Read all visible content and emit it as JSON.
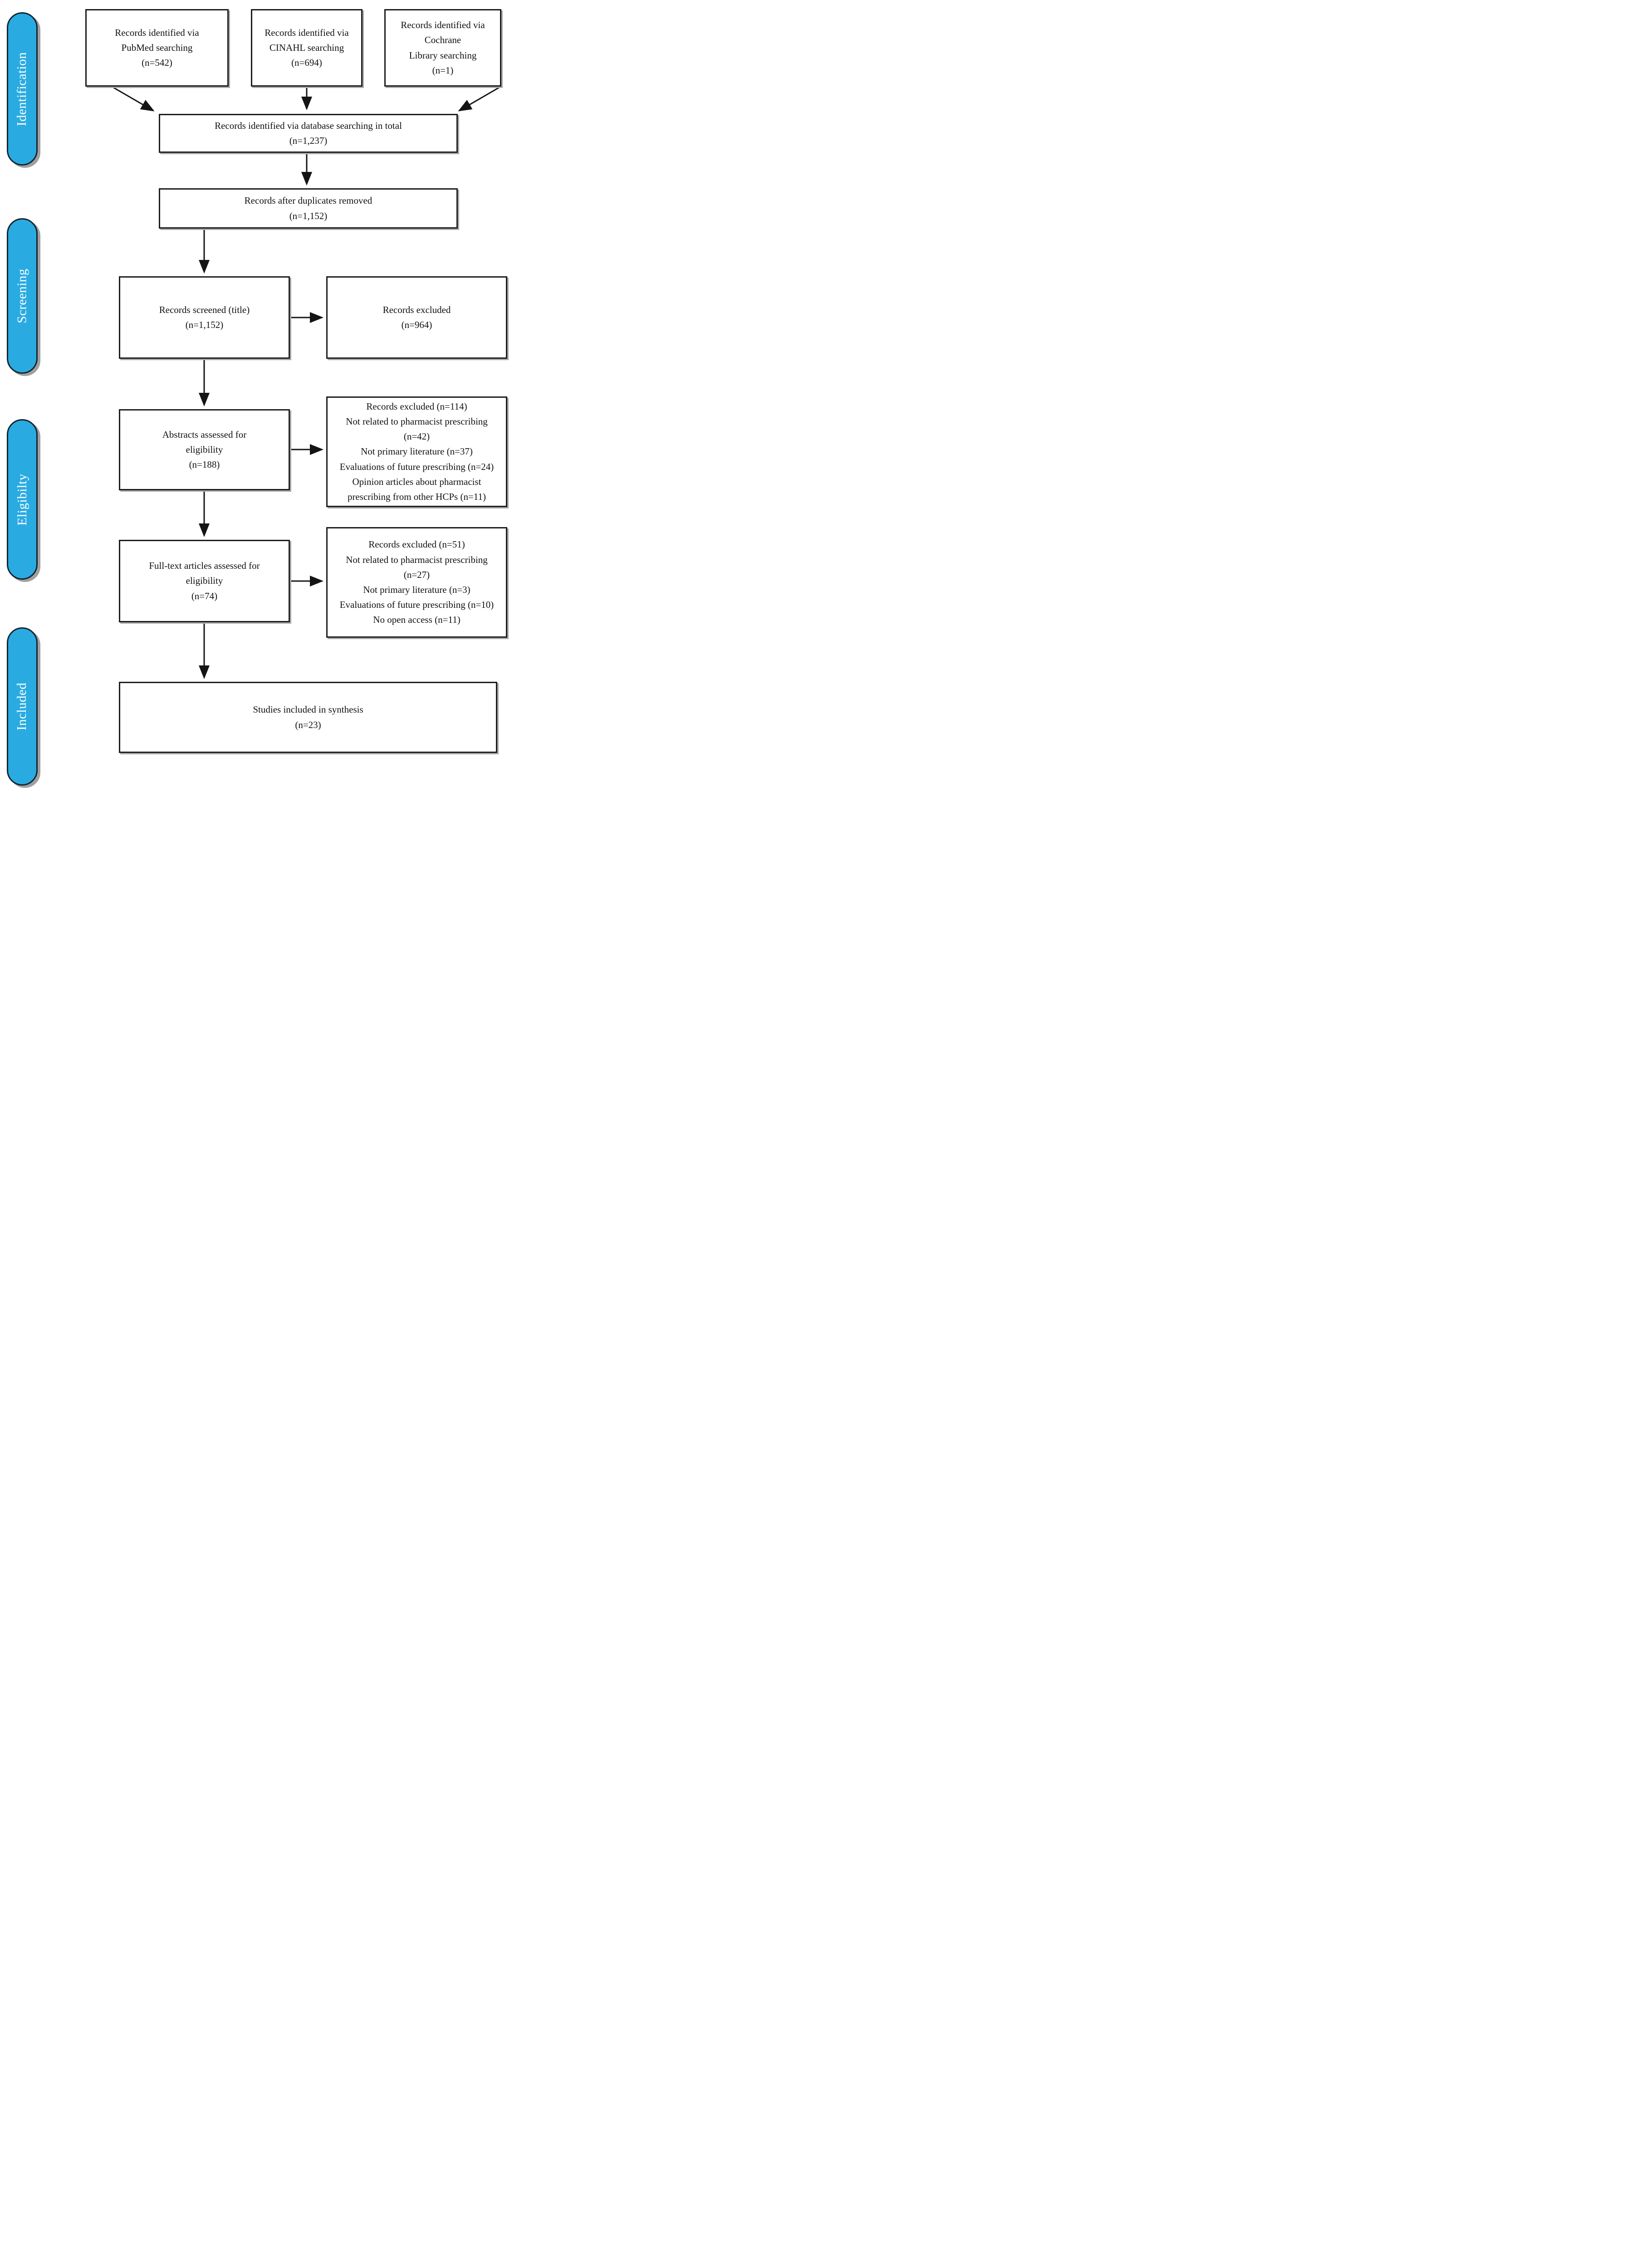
{
  "accent_color": "#29ABE2",
  "stages": [
    {
      "label": "Identification"
    },
    {
      "label": "Screening"
    },
    {
      "label": "Eligibilty"
    },
    {
      "label": "Included"
    }
  ],
  "boxes": {
    "pubmed": {
      "text": "Records identified via\nPubMed searching\n(n=542)"
    },
    "cinahl": {
      "text": "Records identified via\nCINAHL searching\n(n=694)"
    },
    "cochrane": {
      "text": "Records identified via Cochrane\nLibrary searching\n(n=1)"
    },
    "total": {
      "text": "Records identified via database searching in total\n(n=1,237)"
    },
    "deduplicated": {
      "text": "Records after duplicates removed\n(n=1,152)"
    },
    "screened": {
      "text": "Records screened (title)\n(n=1,152)"
    },
    "screening_excluded": {
      "text": "Records excluded\n(n=964)"
    },
    "abstracts": {
      "text": "Abstracts assessed for\neligibility\n(n=188)"
    },
    "abstract_exclusions": {
      "text": "Records excluded (n=114)\nNot related to pharmacist prescribing\n(n=42)\nNot primary literature (n=37)\nEvaluations of future prescribing (n=24)\nOpinion articles about pharmacist\nprescribing from other HCPs (n=11)"
    },
    "fulltext": {
      "text": "Full-text articles assessed for\neligibility\n(n=74)"
    },
    "fulltext_exclusions": {
      "text": "Records excluded (n=51)\nNot related to pharmacist prescribing\n(n=27)\nNot primary literature (n=3)\nEvaluations of future prescribing (n=10)\nNo open access (n=11)"
    },
    "included_synthesis": {
      "text": "Studies included in synthesis\n(n=23)"
    }
  },
  "counts": {
    "pubmed": 542,
    "cinahl": 694,
    "cochrane_library": 1,
    "total_identified": "1,237",
    "after_duplicates_removed": "1,152",
    "screened_title": "1,152",
    "screening_excluded": 964,
    "abstracts_assessed": 188,
    "abstract_excluded_total": 114,
    "abstract_not_related_to_pharmacist_prescribing": 42,
    "abstract_not_primary_literature": 37,
    "abstract_evaluations_of_future_prescribing": 24,
    "abstract_opinion_articles_other_hcps": 11,
    "fulltext_assessed": 74,
    "fulltext_excluded_total": 51,
    "fulltext_not_related_to_pharmacist_prescribing": 27,
    "fulltext_not_primary_literature": 3,
    "fulltext_evaluations_of_future_prescribing": 10,
    "fulltext_no_open_access": 11,
    "included_in_synthesis": 23
  }
}
